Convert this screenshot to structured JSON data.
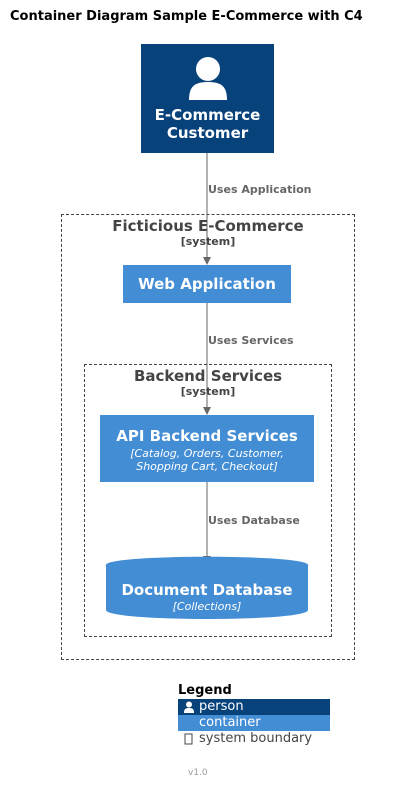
{
  "title": "Container Diagram Sample E-Commerce with C4",
  "person": {
    "name_line1": "E-Commerce",
    "name_line2": "Customer"
  },
  "edges": {
    "uses_application": "Uses Application",
    "uses_services": "Uses Services",
    "uses_database": "Uses Database"
  },
  "system_boundary": {
    "title": "Ficticious E-Commerce",
    "type": "[system]"
  },
  "backend_boundary": {
    "title": "Backend Services",
    "type": "[system]"
  },
  "web_application": {
    "name": "Web Application"
  },
  "api_backend": {
    "name": "API Backend Services",
    "tech_line1": "[Catalog, Orders, Customer,",
    "tech_line2": "Shopping Cart, Checkout]"
  },
  "document_database": {
    "name": "Document Database",
    "tech": "[Collections]"
  },
  "legend": {
    "title": "Legend",
    "items": [
      {
        "label": "person",
        "icon": "person-icon"
      },
      {
        "label": "container",
        "icon": ""
      },
      {
        "label": "system boundary",
        "icon": "boundary-icon"
      }
    ]
  },
  "version": "v1.0",
  "colors": {
    "person": "#08427b",
    "container": "#438dd5",
    "boundary_text": "#444444",
    "edge": "#666666"
  }
}
